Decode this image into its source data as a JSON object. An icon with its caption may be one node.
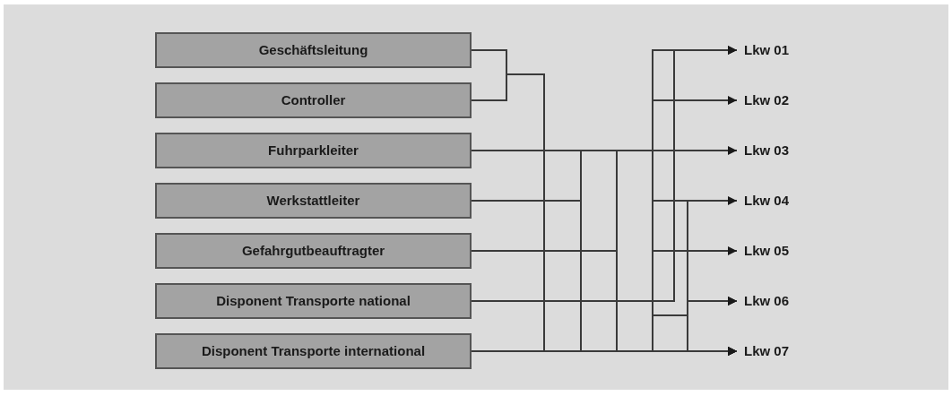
{
  "diagram": {
    "nodes": [
      {
        "text": [
          "Geschäftsleitung"
        ]
      },
      {
        "text": [
          "Controller"
        ]
      },
      {
        "text": [
          "Fuhrparkleiter"
        ]
      },
      {
        "text": [
          "Werkstattleiter"
        ]
      },
      {
        "text": [
          "Gefahrgutbeauftragter"
        ]
      },
      {
        "text": [
          "Disponent Transporte national"
        ]
      },
      {
        "text": [
          "Disponent Transporte international"
        ]
      },
      {
        "text": [
          "Lkw 01"
        ]
      },
      {
        "text": [
          "Lkw 02"
        ]
      },
      {
        "text": [
          "Lkw 03"
        ]
      },
      {
        "text": [
          "Lkw 04"
        ]
      },
      {
        "text": [
          "Lkw 05"
        ]
      },
      {
        "text": [
          "Lkw 06"
        ]
      },
      {
        "text": [
          "Lkw 07"
        ]
      }
    ],
    "edges": [
      {
        "from": 0,
        "to": 13,
        "arrow": "to"
      },
      {
        "from": 1,
        "to": 13,
        "arrow": "to"
      },
      {
        "from": 2,
        "to": 9,
        "arrow": "to"
      },
      {
        "from": 3,
        "to": 13,
        "arrow": "to"
      },
      {
        "from": 4,
        "to": 13,
        "arrow": "to"
      },
      {
        "from": 5,
        "to": 7,
        "arrow": "to"
      },
      {
        "from": 6,
        "to": 13,
        "arrow": "to"
      },
      {
        "from": 2,
        "to": 8,
        "arrow": "to"
      },
      {
        "from": 6,
        "to": 7,
        "arrow": "to"
      },
      {
        "from": 6,
        "to": 10,
        "arrow": "to"
      },
      {
        "from": 6,
        "to": 11,
        "arrow": "to"
      },
      {
        "from": 6,
        "to": 12,
        "arrow": "to"
      },
      {
        "from": 2,
        "to": 12,
        "arrow": "to"
      },
      {
        "from": 6,
        "to": 12,
        "arrow": "to"
      }
    ]
  }
}
